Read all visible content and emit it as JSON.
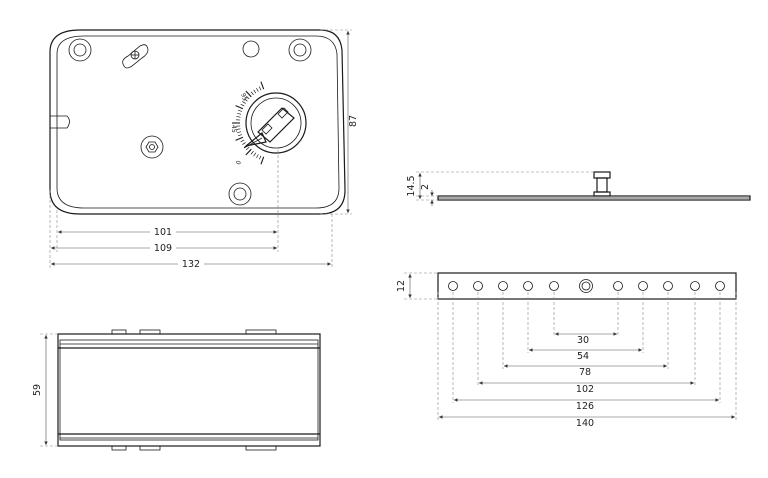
{
  "views": {
    "top": {
      "dimensions": {
        "width_101": "101",
        "width_109": "109",
        "width_132": "132",
        "height_87": "87"
      },
      "scale_labels": {
        "upper": "95",
        "middle": "45",
        "lower": "0"
      }
    },
    "front": {
      "dimensions": {
        "height_59": "59"
      }
    },
    "side": {
      "dimensions": {
        "height_14_5": "14.5",
        "height_2": "2"
      }
    },
    "bottom_plate": {
      "dimensions": {
        "height_12": "12",
        "spacing_30": "30",
        "spacing_54": "54",
        "spacing_78": "78",
        "spacing_102": "102",
        "spacing_126": "126",
        "spacing_140": "140"
      }
    }
  }
}
